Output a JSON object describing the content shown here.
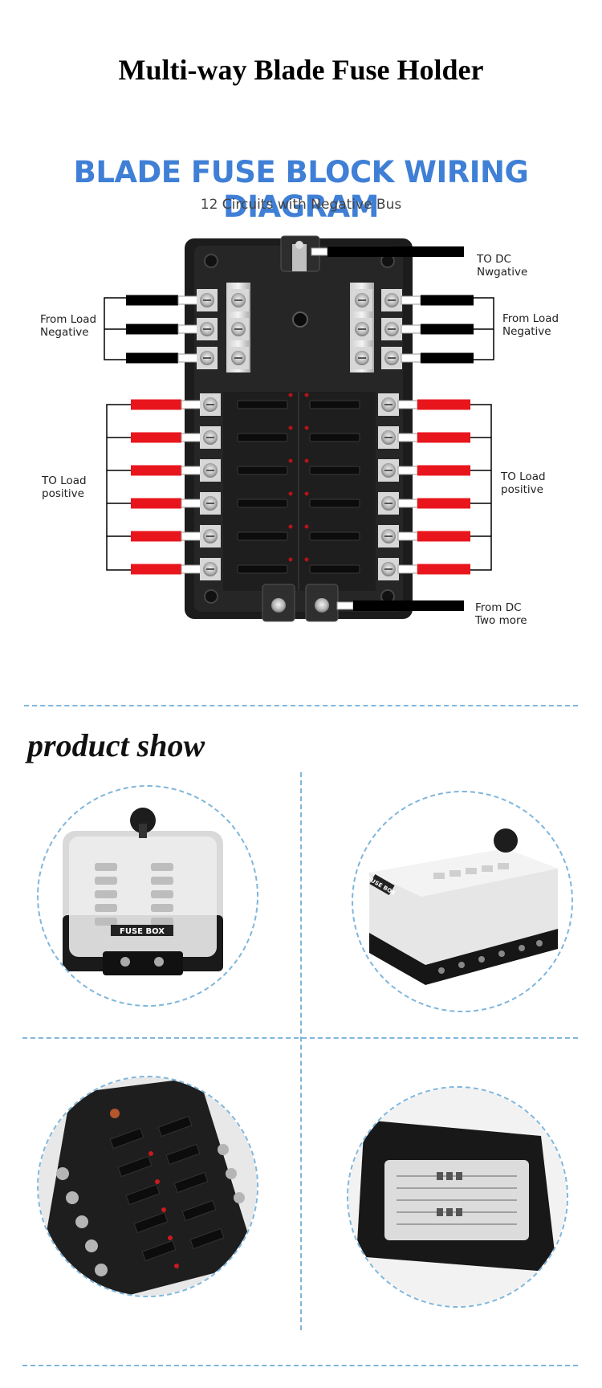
{
  "page_title": "Multi-way Blade Fuse Holder",
  "diagram": {
    "title": "BLADE FUSE BLOCK WIRING DIAGRAM",
    "subtitle": "12 Circuits with Negative Bus",
    "labels": {
      "to_dc_negative_line1": "TO DC",
      "to_dc_negative_line2": "Nwgative",
      "from_load_negative_left_line1": "From Load",
      "from_load_negative_left_line2": "Negative",
      "from_load_negative_right_line1": "From Load",
      "from_load_negative_right_line2": "Negative",
      "to_load_positive_left_line1": "TO Load",
      "to_load_positive_left_line2": "positive",
      "to_load_positive_right_line1": "TO Load",
      "to_load_positive_right_line2": "positive",
      "from_dc_line1": "From DC",
      "from_dc_line2": "Two more"
    },
    "colors": {
      "title_blue": "#3f7fd6",
      "wire_negative": "#000000",
      "wire_positive": "#e8161c",
      "block_body": "#1b1b1b",
      "led": "#b3141a"
    }
  },
  "product_show": {
    "heading": "product show",
    "photos": [
      {
        "name": "front-view-with-cover",
        "cover_text": "FUSE BOX"
      },
      {
        "name": "side-view-with-cover",
        "cover_text": "FUSE BOX"
      },
      {
        "name": "top-view-fuse-slots"
      },
      {
        "name": "bottom-view-label"
      }
    ]
  }
}
